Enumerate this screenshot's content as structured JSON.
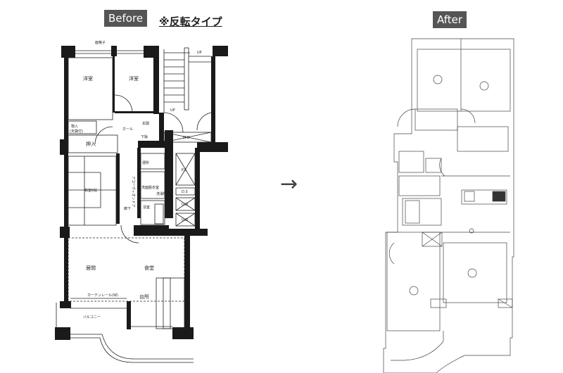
{
  "labels": {
    "before": "Before",
    "after": "After",
    "note": "※反転タイプ",
    "arrow": "→"
  },
  "before_plan": {
    "rooms": {
      "bedroom1": "洋室",
      "bedroom2": "洋室",
      "storage": "物入",
      "storage_sub": "(天袋付)",
      "hall": "ホール",
      "entrance": "玄関",
      "shoe_box": "下駄",
      "closet": "押入",
      "washitsu": "和室6帖",
      "corridor": "廊下",
      "accordion_door": "アコーディオンドア",
      "toilet": "便所",
      "washroom": "洗面脱衣室",
      "washer": "洗濯機",
      "bath": "浴室",
      "ps": "P.S",
      "ds": "D.S",
      "ud1": "U.D",
      "ud2": "U.D",
      "mb": "M.B",
      "up1": "UP",
      "up2": "UP",
      "living": "居間",
      "dining": "食堂",
      "kitchen": "台所",
      "balcony": "バルコニー",
      "curtain_rail": "カーテンレール(W)",
      "lattice": "面格子"
    }
  }
}
